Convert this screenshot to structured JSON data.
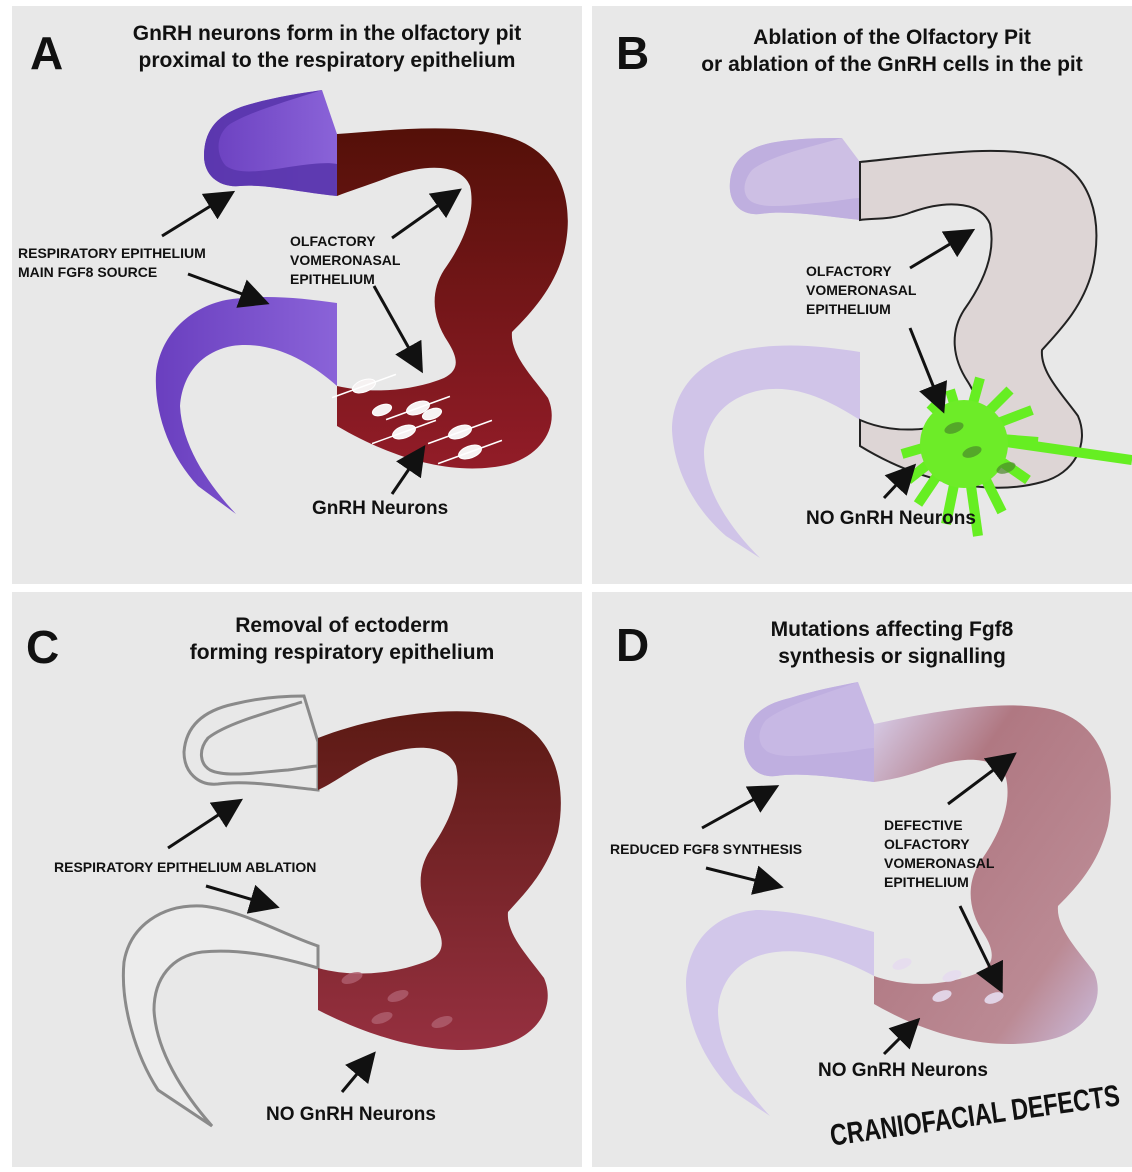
{
  "panels": {
    "a": {
      "letter": "A",
      "title_line1": "GnRH neurons form in the olfactory pit",
      "title_line2": "proximal to the respiratory epithelium",
      "label_resp_1": "RESPIRATORY EPITHELIUM",
      "label_resp_2": "MAIN FGF8 SOURCE",
      "label_olf_1": "OLFACTORY",
      "label_olf_2": "VOMERONASAL",
      "label_olf_3": "EPITHELIUM",
      "neurons_label": "GnRH Neurons"
    },
    "b": {
      "letter": "B",
      "title_line1": "Ablation of the Olfactory Pit",
      "title_line2": "or ablation of the GnRH cells  in the pit",
      "label_olf_1": "OLFACTORY",
      "label_olf_2": "VOMERONASAL",
      "label_olf_3": "EPITHELIUM",
      "neurons_label": "NO GnRH Neurons"
    },
    "c": {
      "letter": "C",
      "title_line1": "Removal of ectoderm",
      "title_line2": "forming respiratory epithelium",
      "label_resp": "RESPIRATORY EPITHELIUM ABLATION",
      "neurons_label": "NO GnRH Neurons"
    },
    "d": {
      "letter": "D",
      "title_line1": "Mutations affecting Fgf8",
      "title_line2": "synthesis or signalling",
      "label_reduced": "REDUCED FGF8 SYNTHESIS",
      "label_def_1": "DEFECTIVE",
      "label_def_2": "OLFACTORY",
      "label_def_3": "VOMERONASAL",
      "label_def_4": "EPITHELIUM",
      "neurons_label": "NO GnRH Neurons",
      "defects_label": "CRANIOFACIAL DEFECTS"
    }
  },
  "colors": {
    "panel_bg": "#e8e8e8",
    "respiratory_purple": "#7b52c9",
    "olfactory_dark_red": "#6a1010",
    "olfactory_red": "#8e1d27",
    "faded_lavender": "#cfc3e6",
    "faded_grey": "#ddd6d6",
    "ablation_green": "#66ee22",
    "defective_pink": "#b57c86"
  }
}
